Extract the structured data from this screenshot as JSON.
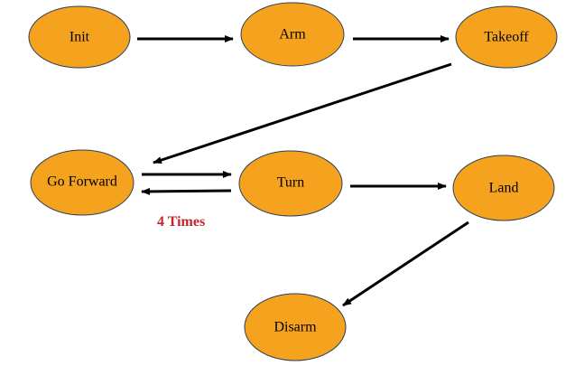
{
  "nodes": {
    "init": "Init",
    "arm": "Arm",
    "takeoff": "Takeoff",
    "go_forward": "Go Forward",
    "turn": "Turn",
    "land": "Land",
    "disarm": "Disarm"
  },
  "edges": {
    "loop_label": "4 Times"
  },
  "colors": {
    "node_fill": "#f5a31f",
    "node_stroke": "#2f3f52",
    "arrow": "#000000",
    "loop_label": "#c0272d"
  }
}
